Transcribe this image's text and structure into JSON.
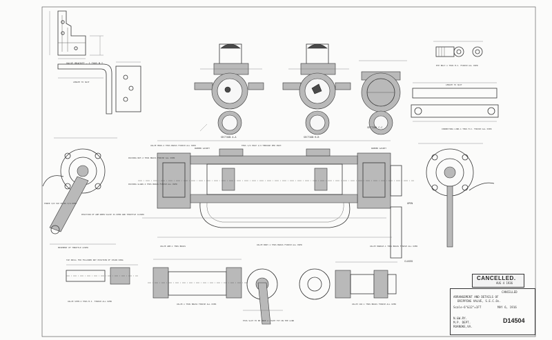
{
  "stamp": {
    "title": "CANCELLED.",
    "date_line": "AUG 4 1936"
  },
  "title_block": {
    "cancelled_note": "CANCELLED",
    "title_line1": "ARRANGEMENT AND DETAILS OF",
    "title_line2": "DRIPPING VALVE, S.E.C.Os.",
    "scale": "Scale-6\"&12\"=1FT",
    "date": "MAY 6, 1916",
    "railway": "N.&W.RY.",
    "department": "M.P. DEPT.",
    "city": "ROANOKE,VA.",
    "drawing_number": "D14504"
  },
  "labels": {
    "valve_bracket": "VALVE BRACKET - 1 THUS M.I.",
    "length_to_suit_1": "LENGTH TO SUIT",
    "length_to_suit_2": "LENGTH TO SUIT",
    "connecting_link": "CONNECTING LINK-1 THUS M.I. FINISH ALL OVER",
    "eye_bolt": "EYE BOLT-1 THUS M.I. FINISH ALL OVER",
    "section_aa": "SECTION A-A",
    "section_bb": "SECTION B-B",
    "section_cc": "SECTION C-C",
    "rubber_gasket_1": "RUBBER GASKET",
    "rubber_gasket_2": "RUBBER GASKET",
    "thus_holes": "THUS 1/4 HOLE 1/4 THROUGH PER INCH",
    "valve_head": "VALVE HEAD-2 THUS BRASS FINISH ALL OVER",
    "packing_nut": "PACKING NUT-2 THUS BRASS FINISH ALL OVER",
    "packing_gland": "PACKING GLAND-2 THUS BRASS FINISH ALL OVER",
    "valve_body": "VALVE BODY-1 THUS BRASS FINISH ALL OVER",
    "valve_arm": "VALVE ARM-1 THUS BRASS",
    "valve_handle": "VALVE HANDLE-1 THUS BRASS FINISH ALL OVER",
    "three_tap_holes": "THREE 3/8 TAP HOLES 3/4 DEEP",
    "arm_position": "POSITION OF ARM WHEN VALVE IS OPEN AND THROTTLE CLOSED",
    "movement_of_throttle": "MOVEMENT OF THROTTLE LEVER",
    "valve_stem": "VALVE STEM-2 THUS M.I. FINISH ALL OVER",
    "valve_spring": "VALVE-1 THUS BRASS FINISH ALL OVER",
    "valve_cap": "VALVE CAP-1 THUS BRASS FINISH ALL OVER",
    "slot_note": "THIS SLOT TO BE MADE A TIGHT FIT ON THE LINK",
    "tap_drill_note": "TAP DRILL FOR FOLLOWER NUT POSITION OF CHAIN RING",
    "open": "OPEN",
    "closed": "CLOSED"
  }
}
